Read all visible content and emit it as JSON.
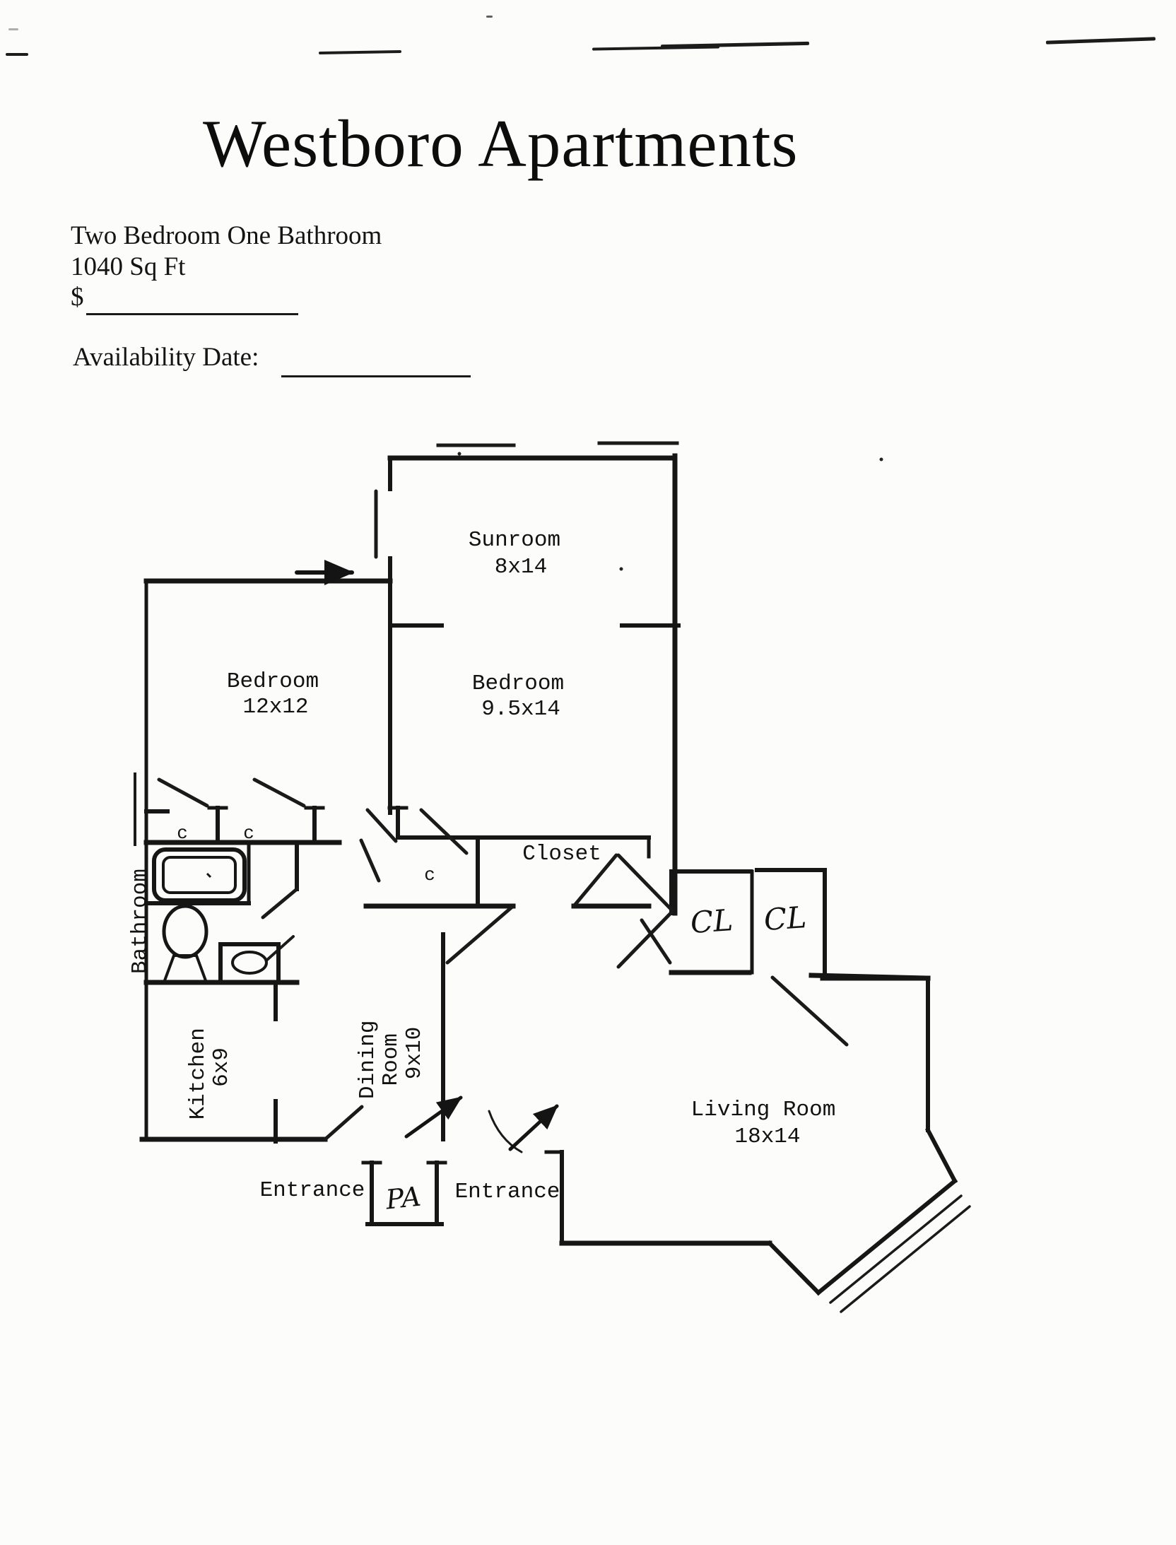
{
  "header": {
    "title": "Westboro Apartments"
  },
  "info": {
    "unit_type": "Two Bedroom One Bathroom",
    "square_footage": "1040 Sq Ft",
    "price_label": "$",
    "availability_label": "Availability Date:"
  },
  "floorplan": {
    "rooms": {
      "sunroom": {
        "name": "Sunroom",
        "dims": "8x14"
      },
      "bedroom1": {
        "name": "Bedroom",
        "dims": "12x12"
      },
      "bedroom2": {
        "name": "Bedroom",
        "dims": "9.5x14"
      },
      "closet": {
        "name": "Closet"
      },
      "bathroom": {
        "name": "Bathroom"
      },
      "kitchen": {
        "name": "Kitchen",
        "dims": "6x9"
      },
      "dining": {
        "lines": [
          "Dining",
          "Room",
          "9x10"
        ]
      },
      "living": {
        "name": "Living Room",
        "dims": "18x14"
      }
    },
    "small_closets": {
      "c1": "c",
      "c2": "c",
      "c3": "c"
    },
    "handwritten_closets": {
      "cl1": "CL",
      "cl2": "CL"
    },
    "entrances": {
      "left": "Entrance",
      "right": "Entrance",
      "note": "PA"
    }
  }
}
